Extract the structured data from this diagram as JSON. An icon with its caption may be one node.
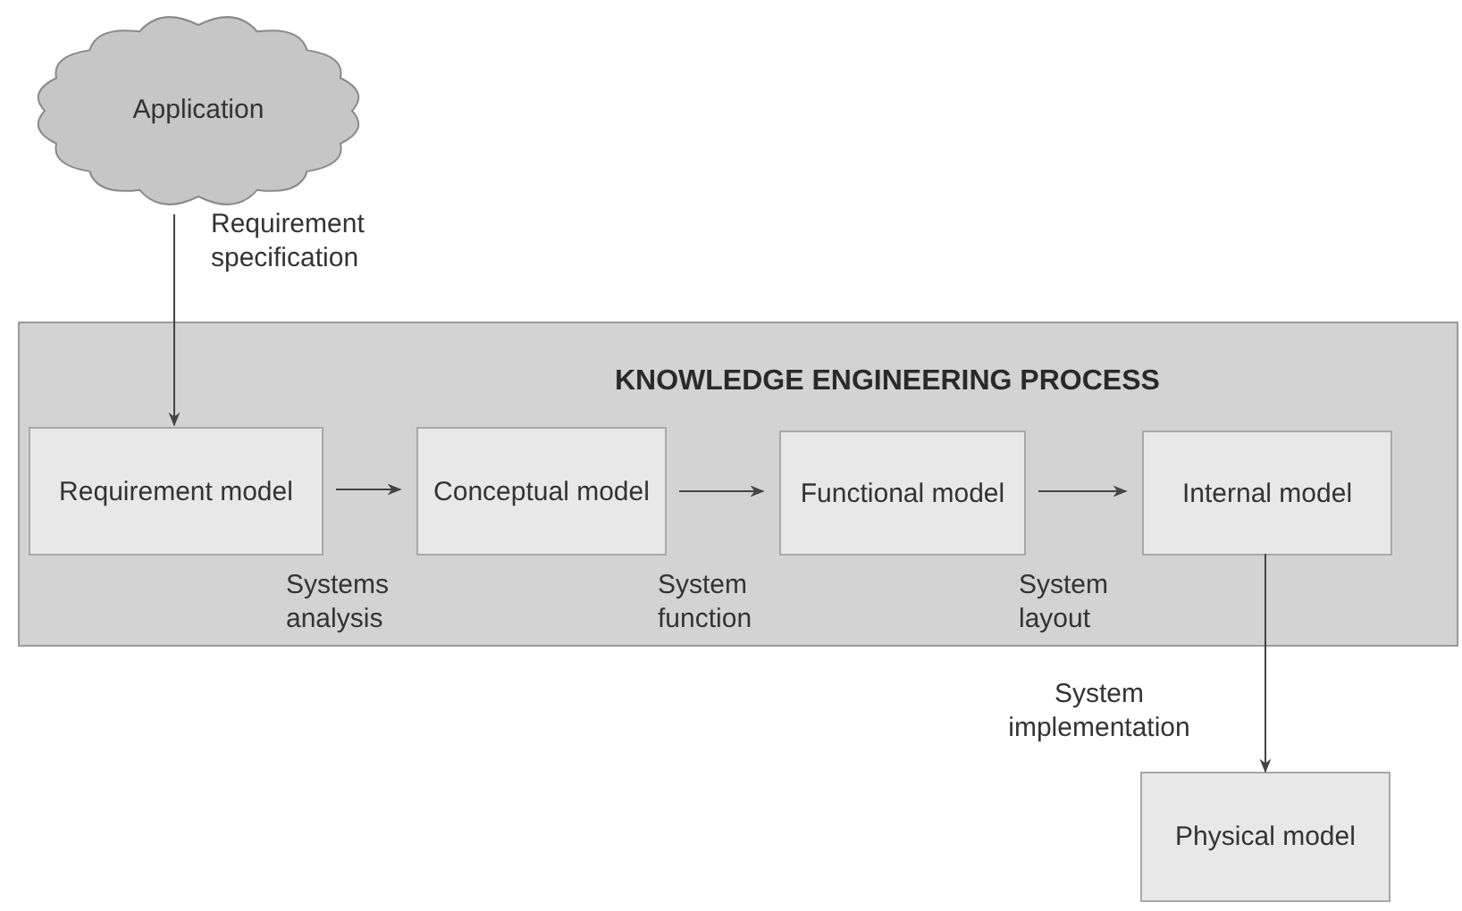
{
  "diagram": {
    "nodes": [
      {
        "text": [
          "Application"
        ]
      },
      {
        "text": [
          "KNOWLEDGE ENGINEERING PROCESS"
        ]
      },
      {
        "text": [
          "Requirement model"
        ],
        "in": 1
      },
      {
        "text": [
          "Conceptual model"
        ],
        "in": 1
      },
      {
        "text": [
          "Functional model"
        ],
        "in": 1
      },
      {
        "text": [
          "Internal model"
        ],
        "in": 1
      },
      {
        "text": [
          "Physical model"
        ]
      }
    ],
    "edges": [
      {
        "from": 0,
        "to": 2,
        "arrow": "to",
        "label": "Requirement specification"
      },
      {
        "from": 2,
        "to": 3,
        "arrow": "to",
        "label": "Systems analysis"
      },
      {
        "from": 3,
        "to": 4,
        "arrow": "to",
        "label": "System function"
      },
      {
        "from": 4,
        "to": 5,
        "arrow": "to",
        "label": "System layout"
      },
      {
        "from": 5,
        "to": 6,
        "arrow": "to",
        "label": "System implementation"
      }
    ]
  }
}
